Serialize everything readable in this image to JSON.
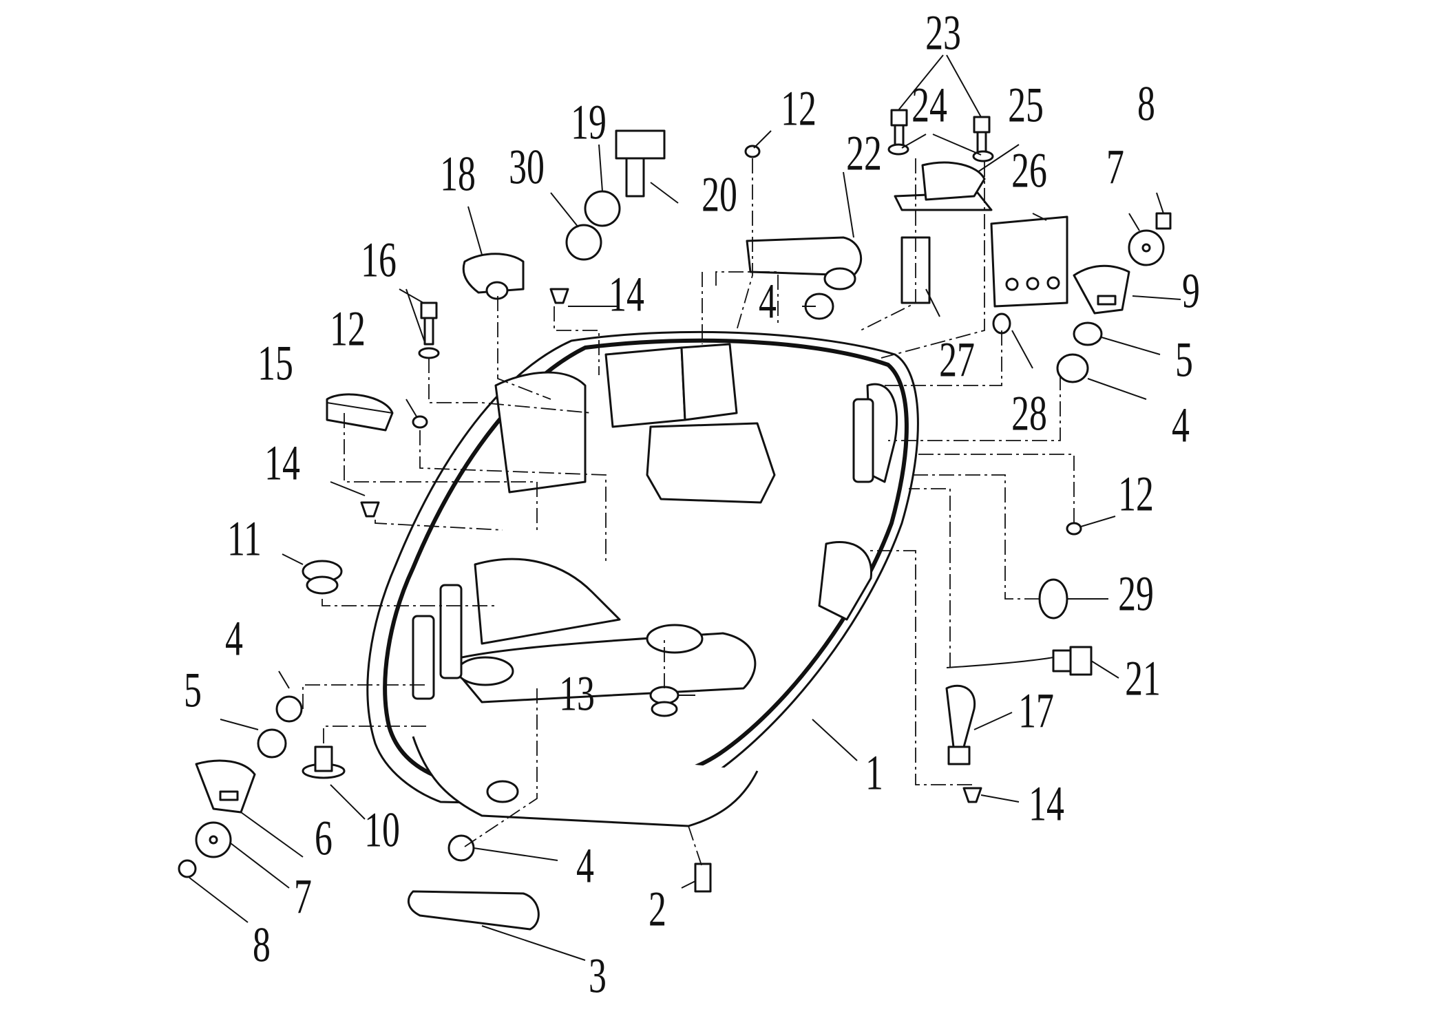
{
  "diagram": {
    "callouts": [
      {
        "id": "c23",
        "text": "23"
      },
      {
        "id": "c24",
        "text": "24"
      },
      {
        "id": "c25",
        "text": "25"
      },
      {
        "id": "c12a",
        "text": "12"
      },
      {
        "id": "c19",
        "text": "19"
      },
      {
        "id": "c30",
        "text": "30"
      },
      {
        "id": "c18",
        "text": "18"
      },
      {
        "id": "c20",
        "text": "20"
      },
      {
        "id": "c22",
        "text": "22"
      },
      {
        "id": "c26",
        "text": "26"
      },
      {
        "id": "c7a",
        "text": "7"
      },
      {
        "id": "c8a",
        "text": "8"
      },
      {
        "id": "c16",
        "text": "16"
      },
      {
        "id": "c14a",
        "text": "14"
      },
      {
        "id": "c4a",
        "text": "4"
      },
      {
        "id": "c27",
        "text": "27"
      },
      {
        "id": "c9",
        "text": "9"
      },
      {
        "id": "c12b",
        "text": "12"
      },
      {
        "id": "c15",
        "text": "15"
      },
      {
        "id": "c5a",
        "text": "5"
      },
      {
        "id": "c28",
        "text": "28"
      },
      {
        "id": "c4b",
        "text": "4"
      },
      {
        "id": "c14b",
        "text": "14"
      },
      {
        "id": "c12c",
        "text": "12"
      },
      {
        "id": "c11",
        "text": "11"
      },
      {
        "id": "c29",
        "text": "29"
      },
      {
        "id": "c4c",
        "text": "4"
      },
      {
        "id": "c21",
        "text": "21"
      },
      {
        "id": "c5b",
        "text": "5"
      },
      {
        "id": "c13",
        "text": "13"
      },
      {
        "id": "c17",
        "text": "17"
      },
      {
        "id": "c1",
        "text": "1"
      },
      {
        "id": "c6",
        "text": "6"
      },
      {
        "id": "c10",
        "text": "10"
      },
      {
        "id": "c14c",
        "text": "14"
      },
      {
        "id": "c4d",
        "text": "4"
      },
      {
        "id": "c7b",
        "text": "7"
      },
      {
        "id": "c2",
        "text": "2"
      },
      {
        "id": "c8b",
        "text": "8"
      },
      {
        "id": "c3",
        "text": "3"
      }
    ]
  }
}
